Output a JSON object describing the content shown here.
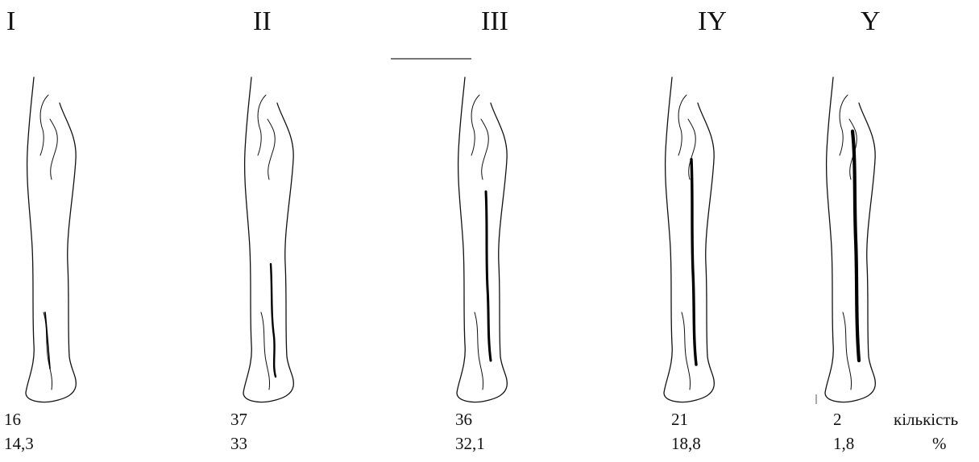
{
  "stages": [
    {
      "label": "I",
      "count": "16",
      "percent": "14,3"
    },
    {
      "label": "II",
      "count": "37",
      "percent": "33"
    },
    {
      "label": "III",
      "count": "36",
      "percent": "32,1"
    },
    {
      "label": "IY",
      "count": "21",
      "percent": "18,8"
    },
    {
      "label": "Y",
      "count": "2",
      "percent": "1,8"
    }
  ],
  "legend": {
    "count_label": "кількість",
    "percent_label": "%"
  },
  "colors": {
    "ink": "#111111",
    "vein": "#000000",
    "background": "#ffffff"
  }
}
